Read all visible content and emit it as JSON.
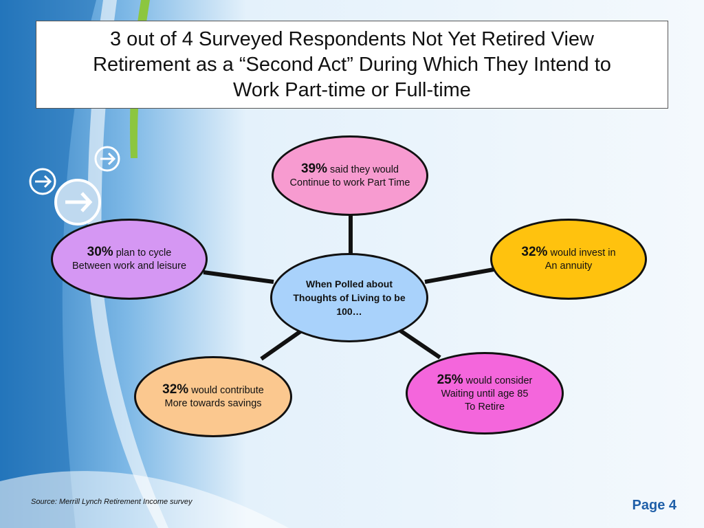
{
  "title": {
    "line1": "3 out of 4 Surveyed Respondents Not Yet Retired View",
    "line2": "Retirement as a “Second Act” During Which They Intend to",
    "line3": "Work Part-time or Full-time"
  },
  "center": {
    "line1": "When Polled about",
    "line2": "Thoughts of Living to be",
    "line3": "100…",
    "color": "#a9d2fb"
  },
  "nodes": {
    "top": {
      "pct": "39%",
      "text1": " said they would",
      "text2": "Continue to work Part Time",
      "text3": "",
      "color": "#f79bd0"
    },
    "right": {
      "pct": "32%",
      "text1": " would invest in",
      "text2": "An annuity",
      "text3": "",
      "color": "#ffc20e"
    },
    "bottom_right": {
      "pct": "25%",
      "text1": " would consider",
      "text2": "Waiting until age 85",
      "text3": "To Retire",
      "color": "#f466dc"
    },
    "bottom_left": {
      "pct": "32%",
      "text1": " would contribute",
      "text2": "More towards savings",
      "text3": "",
      "color": "#fbc88f"
    },
    "left": {
      "pct": "30%",
      "text1": " plan to cycle",
      "text2": "Between work and leisure",
      "text3": "",
      "color": "#d597f3"
    }
  },
  "source": "Source:  Merrill Lynch Retirement Income survey",
  "page": "Page 4",
  "icons": [
    "arrow-right-icon",
    "arrow-right-icon",
    "arrow-right-icon"
  ]
}
